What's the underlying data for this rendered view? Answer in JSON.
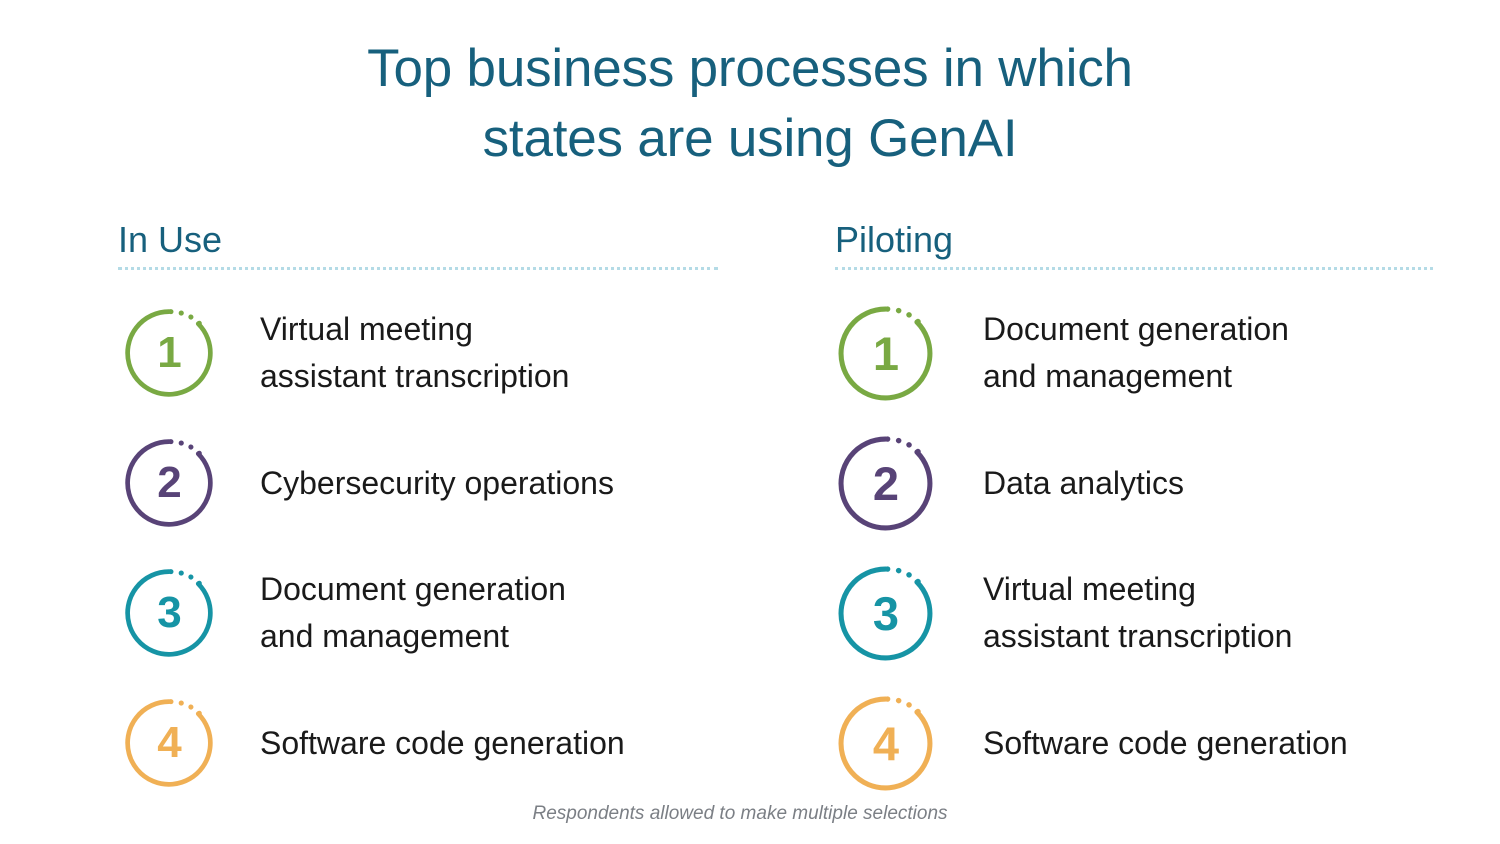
{
  "title": {
    "line1": "Top business processes in which",
    "line2": "states are using GenAI",
    "color": "#17607d"
  },
  "columns": [
    {
      "header": "In Use",
      "items": [
        {
          "rank": "1",
          "color": "#79a943",
          "line1": "Virtual meeting",
          "line2": "assistant transcription"
        },
        {
          "rank": "2",
          "color": "#584377",
          "line1": "Cybersecurity operations",
          "line2": ""
        },
        {
          "rank": "3",
          "color": "#1694a5",
          "line1": "Document generation",
          "line2": "and management"
        },
        {
          "rank": "4",
          "color": "#f0b055",
          "line1": "Software code generation",
          "line2": ""
        }
      ]
    },
    {
      "header": "Piloting",
      "items": [
        {
          "rank": "1",
          "color": "#79a943",
          "line1": "Document generation",
          "line2": "and management"
        },
        {
          "rank": "2",
          "color": "#584377",
          "line1": "Data analytics",
          "line2": ""
        },
        {
          "rank": "3",
          "color": "#1694a5",
          "line1": "Virtual meeting",
          "line2": "assistant transcription"
        },
        {
          "rank": "4",
          "color": "#f0b055",
          "line1": "Software code generation",
          "line2": ""
        }
      ]
    }
  ],
  "footnote": "Respondents allowed to make multiple selections",
  "palette": {
    "title_teal": "#17607d",
    "rule_dotted": "#b4dbe6",
    "green": "#79a943",
    "purple": "#584377",
    "teal": "#1694a5",
    "amber": "#f0b055",
    "body_text": "#1a1a1a",
    "footnote_gray": "#7b7f85"
  }
}
